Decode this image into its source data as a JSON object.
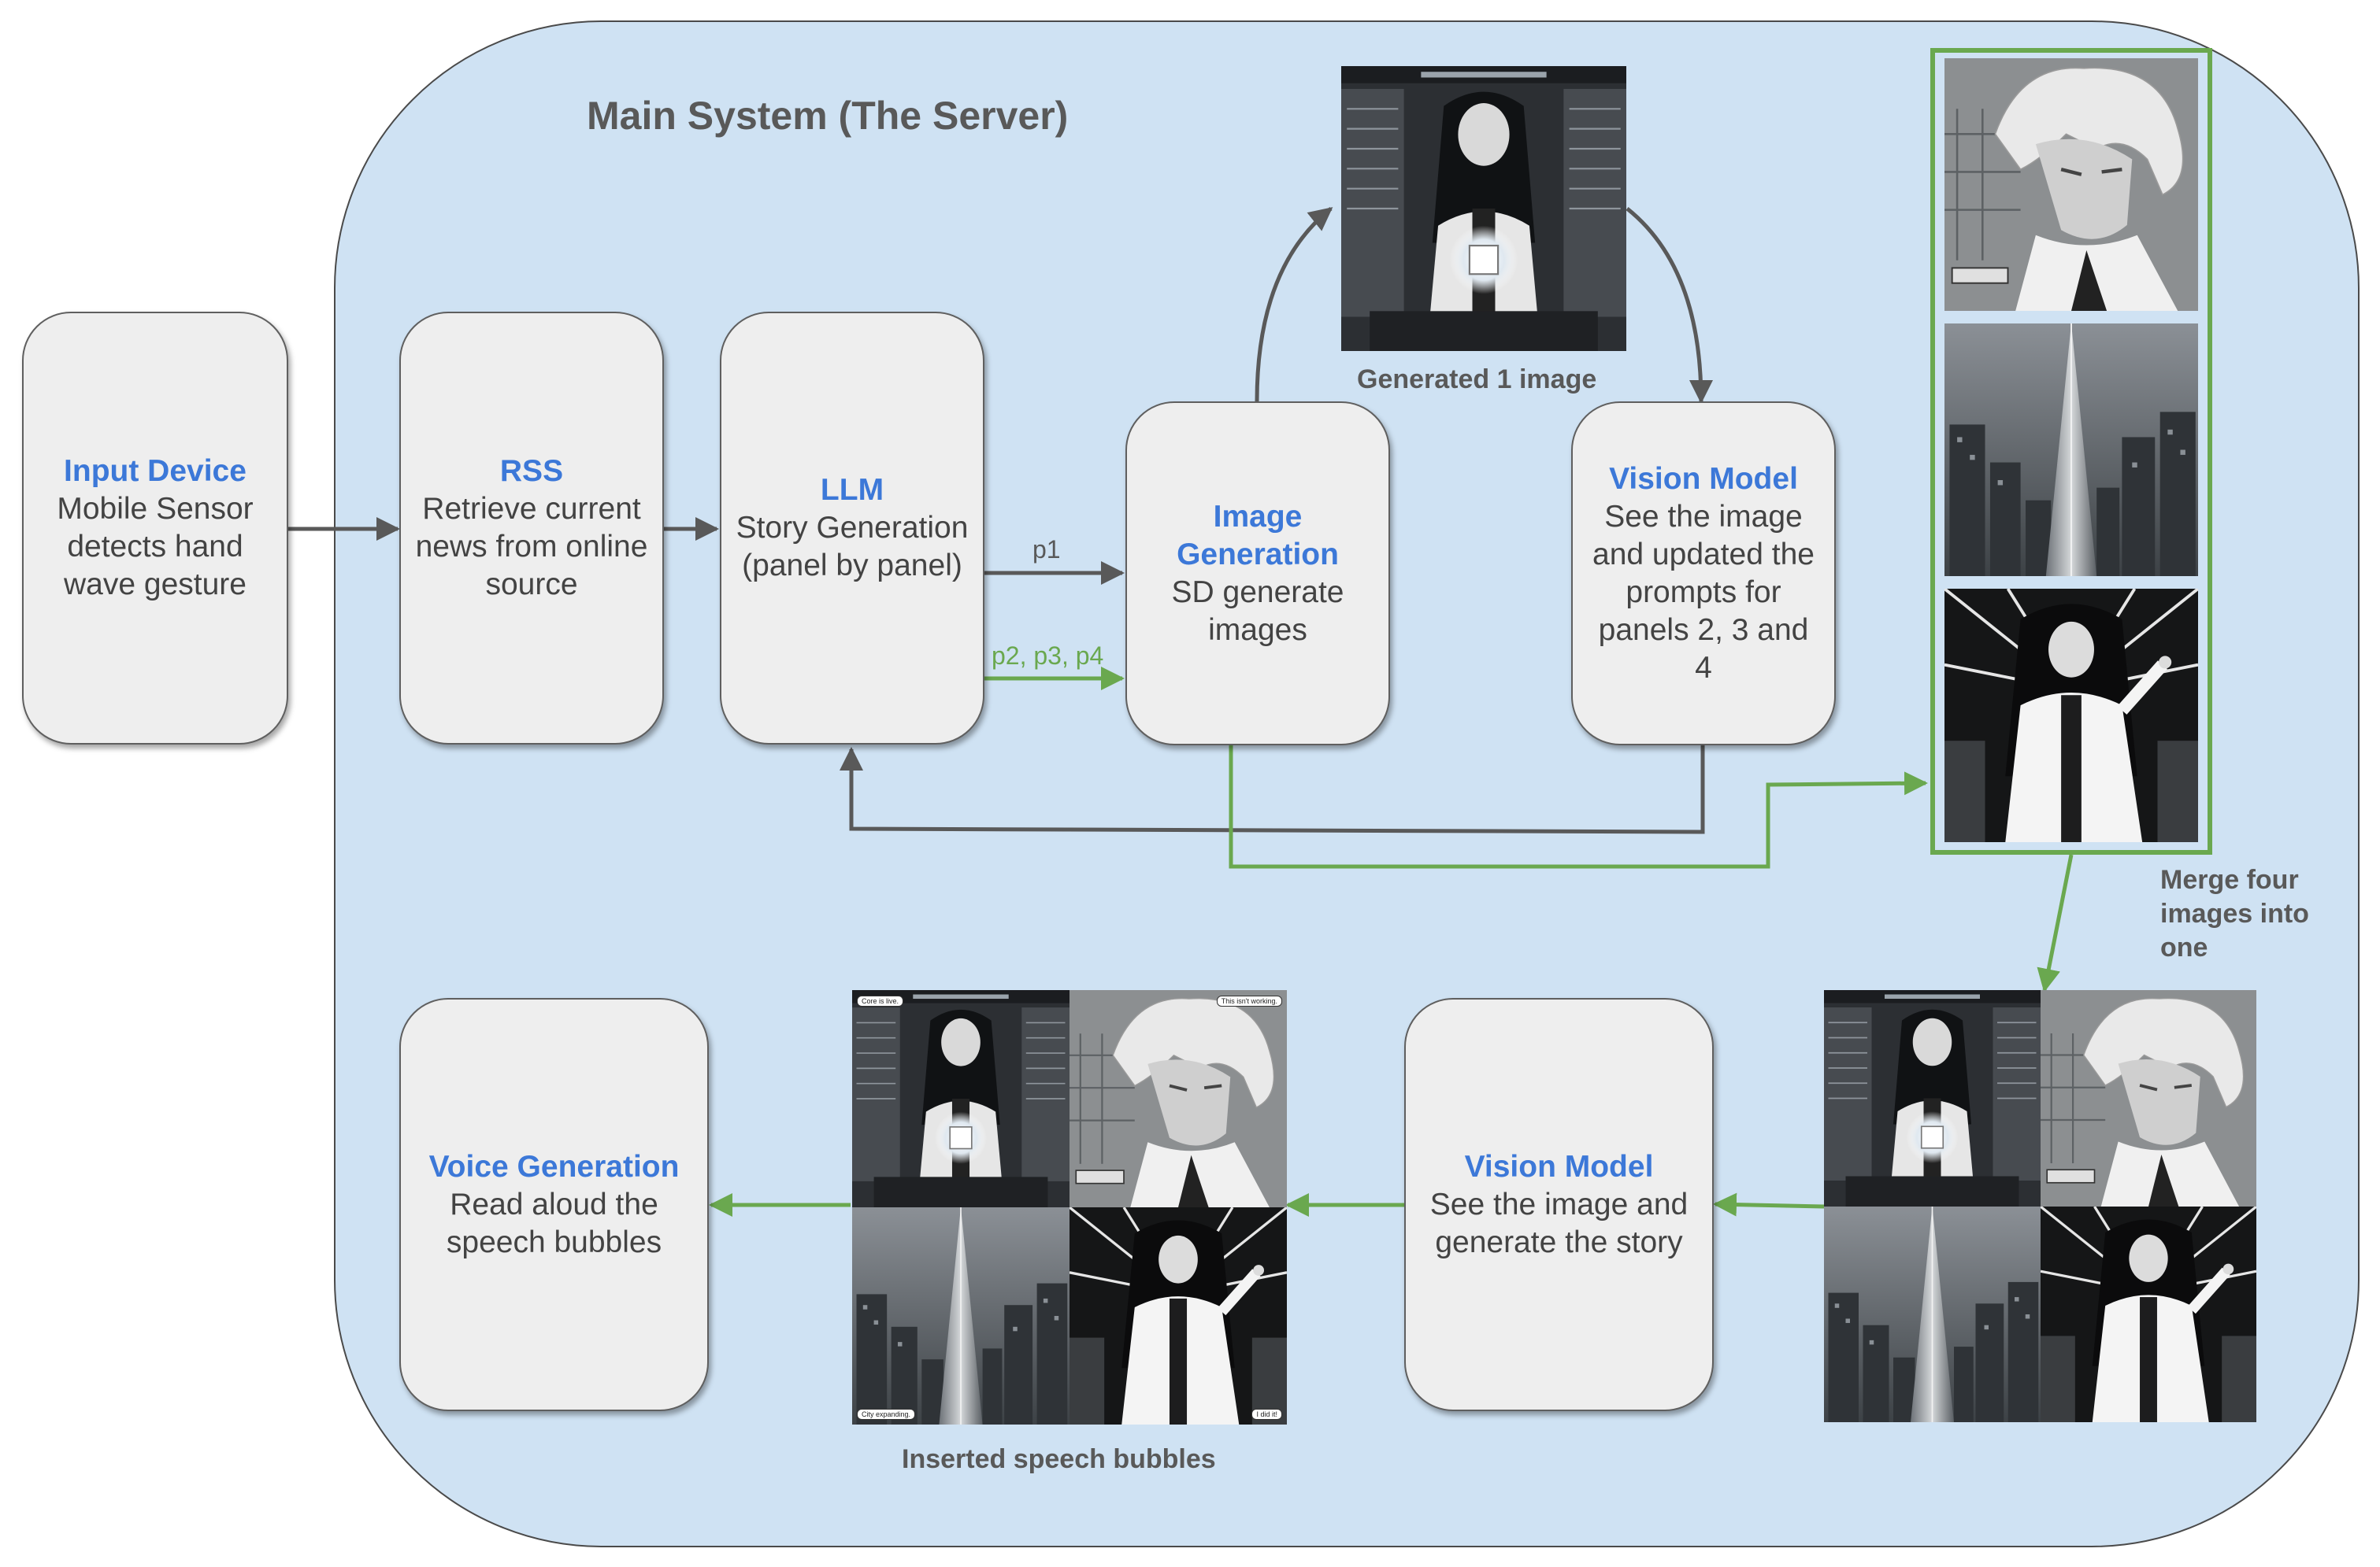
{
  "server": {
    "title": "Main System (The Server)"
  },
  "nodes": {
    "input_device": {
      "title": "Input Device",
      "desc": "Mobile Sensor detects hand wave gesture"
    },
    "rss": {
      "title": "RSS",
      "desc": "Retrieve current news from online source"
    },
    "llm": {
      "title": "LLM",
      "desc": "Story Generation (panel by panel)"
    },
    "image_generation": {
      "title": "Image Generation",
      "desc": "SD generate images"
    },
    "vision_model_top": {
      "title": "Vision Model",
      "desc": "See the image and updated the prompts for panels 2, 3 and 4"
    },
    "vision_model_bottom": {
      "title": "Vision Model",
      "desc": "See the image and generate the story"
    },
    "voice_generation": {
      "title": "Voice Generation",
      "desc": "Read aloud the speech bubbles"
    }
  },
  "captions": {
    "generated_one": "Generated 1 image",
    "merge": "Merge four images into one",
    "inserted": "Inserted speech bubbles"
  },
  "edge_labels": {
    "p1": "p1",
    "p234": "p2, p3, p4"
  },
  "speech_bubbles": {
    "b1": "Core is live.",
    "b2": "This isn't working.",
    "b3": "City expanding.",
    "b4": "I did it!"
  },
  "colors": {
    "server_fill": "#cfe2f3",
    "node_fill": "#eeeeee",
    "title_blue": "#3c78d8",
    "arrow_gray": "#595959",
    "arrow_green": "#6aa84f"
  },
  "icons": {
    "panel_1": "scientist-girl-holding-glowing-cube-image",
    "panel_2": "white-haired-character-image",
    "panel_3": "futuristic-city-tower-image",
    "panel_4": "girl-in-lab-coat-pointing-image"
  }
}
